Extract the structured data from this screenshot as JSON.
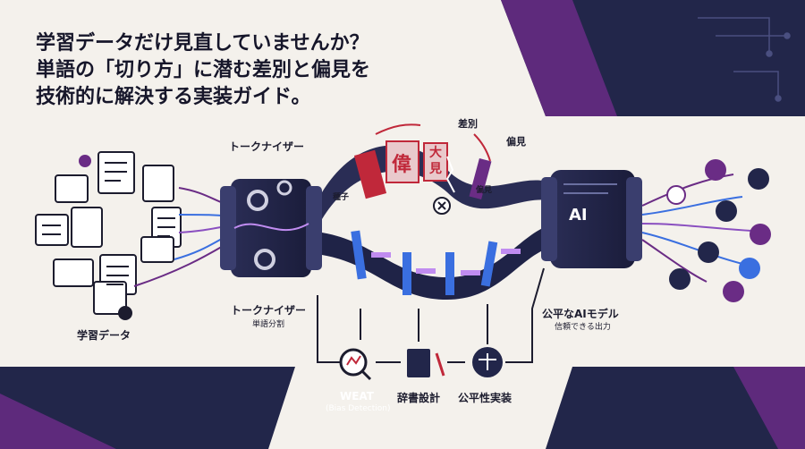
{
  "headline": {
    "line1": "学習データだけ見直していませんか？",
    "line2": "単語の「切り方」に潜む差別と偏見を",
    "line3": "技術的に解決する実装ガイド。"
  },
  "labels": {
    "training_data": "学習データ",
    "tokenizer_top": "トークナイザー",
    "tokenizer_bottom": "トークナイザー",
    "tokenizer_bottom_sub": "単語分割",
    "fair_ai": "公平なAIモデル",
    "fair_ai_sub": "信頼できる出力",
    "weat": "WEAT",
    "weat_sub": "(Bias Detection)",
    "dictionary": "辞書設計",
    "fairness": "公平性実装",
    "discrimination": "差別",
    "prejudice": "偏見",
    "prejudice_tag": "偏見",
    "token_child": "種子",
    "token_great": "偉",
    "token_big": "大",
    "token_see": "見",
    "ai_badge": "AI"
  },
  "colors": {
    "navy": "#1f2347",
    "purple": "#6a2c85",
    "red": "#c0283a",
    "blue": "#3a6fe0",
    "background": "#f4f1ec"
  }
}
